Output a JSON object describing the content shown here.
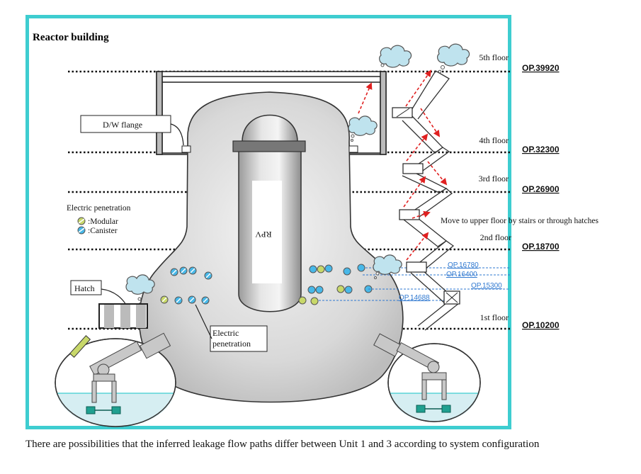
{
  "title": "Reactor building",
  "floors": [
    {
      "label": "5th floor",
      "op": "OP.39920"
    },
    {
      "label": "4th floor",
      "op": "OP.32300"
    },
    {
      "label": "3rd floor",
      "op": "OP.26900"
    },
    {
      "label": "2nd floor",
      "op": "OP.18700"
    },
    {
      "label": "1st floor",
      "op": "OP.10200"
    }
  ],
  "sub_levels": [
    "OP.16780",
    "OP.16400",
    "OP.15300",
    "OP.14688"
  ],
  "labels": {
    "dw_flange": "D/W flange",
    "rpv": "RPV",
    "hatch": "Hatch",
    "electric_penetration_box_line1": "Electric",
    "electric_penetration_box_line2": "penetration",
    "stairs_note": "Move to upper floor by stairs or through hatches"
  },
  "legend": {
    "title": "Electric penetration",
    "modular": ":Modular",
    "canister": ":Canister"
  },
  "colors": {
    "frame": "#3ecdd0",
    "leak_arrow": "#e02020",
    "sub_level_line": "#2f78d0",
    "modular_fill": "#c8d86a",
    "canister_fill": "#48b8e8"
  },
  "caption": "There are possibilities that the inferred leakage flow paths differ between Unit 1 and 3 according to system configuration"
}
